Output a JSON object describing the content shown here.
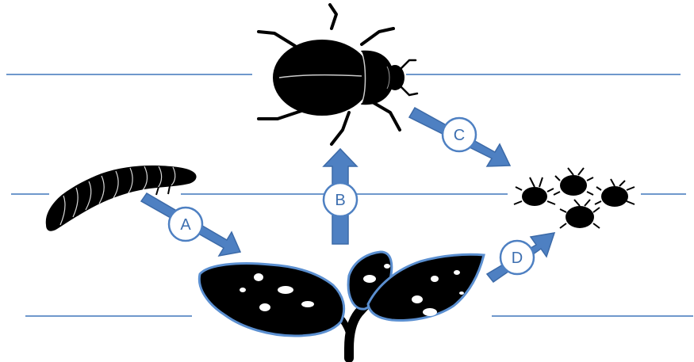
{
  "colors": {
    "silhouette": "#000000",
    "outline": "#5b8fd0",
    "arrow_fill": "#4e80c2",
    "arrow_stroke": "#3c6aa8",
    "line": "#6f98cc",
    "label_text": "#3d6fb0"
  },
  "organisms": [
    {
      "id": "larva",
      "icon": "larva-silhouette"
    },
    {
      "id": "adult",
      "icon": "beetle-silhouette"
    },
    {
      "id": "plant",
      "icon": "plant-silhouette"
    },
    {
      "id": "eggs",
      "icon": "beetle-cluster"
    }
  ],
  "arrows": [
    {
      "label": "A",
      "from": "larva",
      "to": "plant"
    },
    {
      "label": "B",
      "from": "plant",
      "to": "adult"
    },
    {
      "label": "C",
      "from": "adult",
      "to": "eggs"
    },
    {
      "label": "D",
      "from": "plant",
      "to": "eggs"
    }
  ],
  "labels": {
    "a": "A",
    "b": "B",
    "c": "C",
    "d": "D"
  }
}
